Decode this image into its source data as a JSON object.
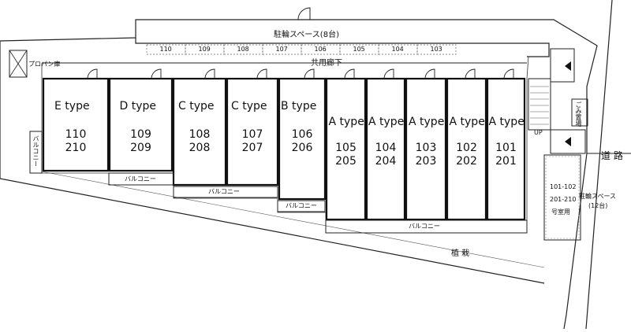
{
  "labels": {
    "bike_parking_top": "駐輪スペース(8台)",
    "propane": "プロパン庫",
    "corridor": "共用廊下",
    "balcony": "バルコニー",
    "balcony_vertical": "バルコニー",
    "planting": "植 栽",
    "road": "道 路",
    "garbage": "ごみ置場",
    "up": "UP",
    "bike_parking_right": "駐輪スペース",
    "bike_parking_right_count": "(12台)",
    "bike_reserved_rooms_1": "101-102",
    "bike_reserved_rooms_2": "201-210",
    "bike_reserved_suffix": "号室用"
  },
  "slots": [
    "110",
    "109",
    "108",
    "107",
    "106",
    "105",
    "104",
    "103"
  ],
  "units": [
    {
      "type": "E type",
      "rooms": [
        "110",
        "210"
      ]
    },
    {
      "type": "D type",
      "rooms": [
        "109",
        "209"
      ]
    },
    {
      "type": "C type",
      "rooms": [
        "108",
        "208"
      ]
    },
    {
      "type": "C type",
      "rooms": [
        "107",
        "207"
      ]
    },
    {
      "type": "B type",
      "rooms": [
        "106",
        "206"
      ]
    },
    {
      "type": "A type",
      "rooms": [
        "105",
        "205"
      ]
    },
    {
      "type": "A type",
      "rooms": [
        "104",
        "204"
      ]
    },
    {
      "type": "A type",
      "rooms": [
        "103",
        "203"
      ]
    },
    {
      "type": "A type",
      "rooms": [
        "102",
        "202"
      ]
    },
    {
      "type": "A type",
      "rooms": [
        "101",
        "201"
      ]
    }
  ]
}
